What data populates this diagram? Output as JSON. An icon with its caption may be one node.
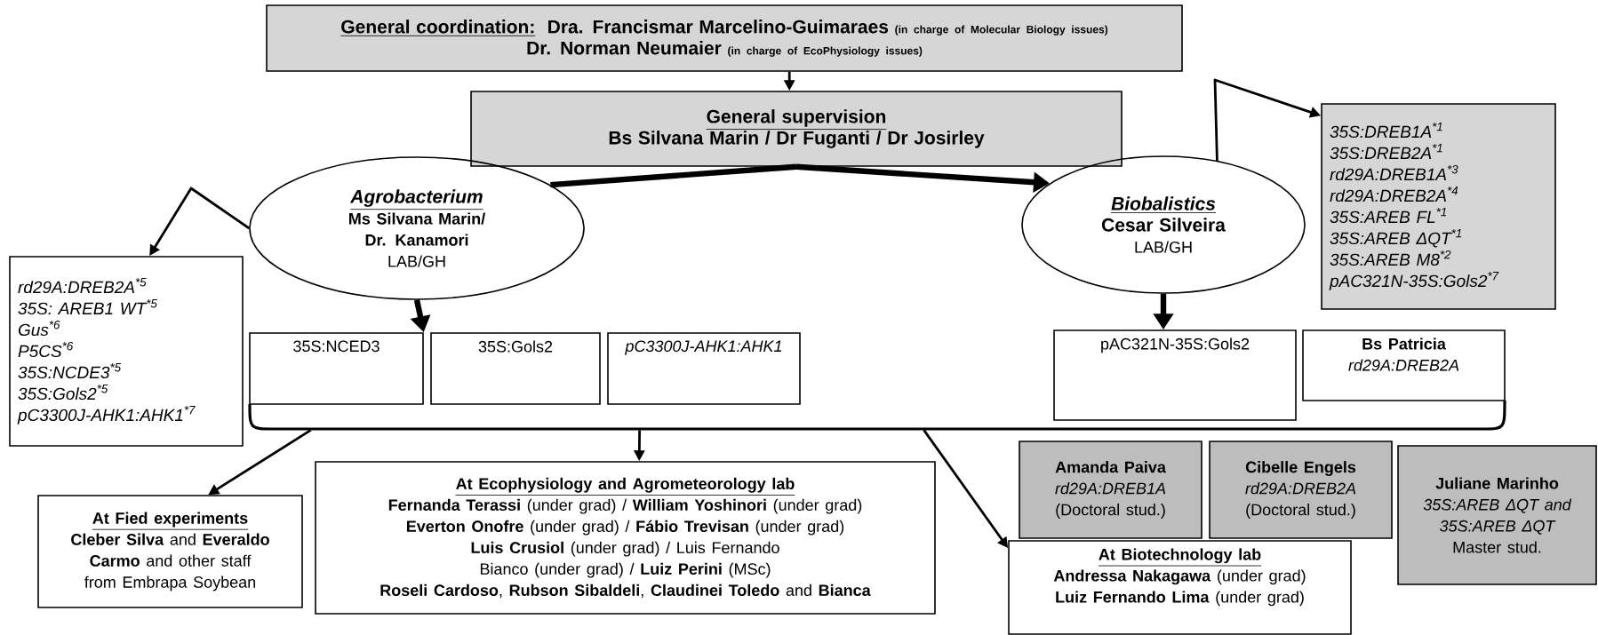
{
  "diagram": {
    "nodes": [
      {
        "text": [
          "General coordination:",
          "Dra. Francismar Marcelino-Guimaraes",
          "(in charge of Molecular Biology issues)",
          "Dr. Norman Neumaier",
          "(in charge of EcoPhysiology issues)"
        ]
      },
      {
        "text": [
          "General supervision",
          "Bs Silvana Marin / Dr Fuganti / Dr Josirley"
        ]
      },
      {
        "text": [
          "Agrobacterium",
          "Ms Silvana Marin/ Dr. Kanamori",
          "LAB/GH"
        ]
      },
      {
        "text": [
          "Biobalistics",
          "Cesar Silveira",
          "LAB/GH"
        ]
      },
      {
        "text": [
          "35S:DREB1A$^{*1}$",
          "35S:DREB2A$^{*1}$",
          "rd29A:DREB1A$^{*3}$",
          "rd29A:DREB2A$^{*4}$",
          "35S:AREB FL$^{*1}$",
          "35S:AREB ΔQT$^{*1}$",
          "35S:AREB M8$^{*2}$",
          "pAC321N-35S:Gols2$^{*7}$"
        ]
      },
      {
        "text": [
          "rd29A:DREB2A$^{*5}$",
          "35S: AREB1 WT$^{*5}$",
          "Gus$^{*6}$",
          "P5CS$^{*6}$",
          "35S:NCDE3$^{*5}$",
          "35S:Gols2$^{*5}$",
          "pC3300J-AHK1:AHK1$^{*7}$"
        ]
      },
      {
        "text": [
          "35S:NCED3"
        ]
      },
      {
        "text": [
          "35S:Gols2"
        ]
      },
      {
        "text": [
          "pC3300J-AHK1:AHK1"
        ]
      },
      {
        "text": [
          "pAC321N-35S:Gols2"
        ]
      },
      {
        "text": [
          "Bs Patricia",
          "rd29A:DREB2A"
        ]
      },
      {
        "text": [
          "At Fied experiments",
          "**Cleber Silva** and **Everaldo Carmo** and other staff from Embrapa Soybean"
        ]
      },
      {
        "text": [
          "At Ecophysiology and Agrometeorology lab",
          "**Fernanda Terassi** (under grad) / **William Yoshinori** (under grad)",
          "**Everton Onofre** (under grad) / **Fábio Trevisan** (under grad)",
          "**Luis Crusiol** (under grad) / Luis Fernando Bianco (under grad) / **Luiz Perini** (MSc)",
          "**Roseli Cardoso**, **Rubson Sibaldeli**, **Claudinei Toledo** and **Bianca**"
        ]
      },
      {
        "text": [
          "Amanda Paiva",
          "rd29A:DREB1A",
          "(Doctoral stud.)"
        ]
      },
      {
        "text": [
          "Cibelle Engels",
          "rd29A:DREB2A",
          "(Doctoral stud.)"
        ]
      },
      {
        "text": [
          "Juliane Marinho",
          "35S:AREB ΔQT and 35S:AREB ΔQT",
          "Master stud."
        ]
      },
      {
        "text": [
          "At Biotechnology lab",
          "**Andressa Nakagawa** (under grad)",
          "**Luiz Fernando Lima** (under grad)"
        ]
      },
      {
        "text": [],
        "shape": "bracket"
      }
    ],
    "edges": [
      {
        "from": 0,
        "to": 1,
        "arrow": "to"
      },
      {
        "from": 3,
        "to": 4,
        "arrow": "to"
      },
      {
        "from": 2,
        "to": 5,
        "arrow": "to"
      },
      {
        "from": 1,
        "to": 2,
        "arrow": "none",
        "style": "thick"
      },
      {
        "from": 1,
        "to": 3,
        "arrow": "to",
        "style": "thick"
      },
      {
        "from": 2,
        "to": 6,
        "arrow": "to",
        "style": "thick"
      },
      {
        "from": 3,
        "to": 9,
        "arrow": "to",
        "style": "thick"
      },
      {
        "from": 17,
        "to": 11,
        "arrow": "to"
      },
      {
        "from": 17,
        "to": 12,
        "arrow": "to"
      },
      {
        "from": 17,
        "to": 16,
        "arrow": "to"
      }
    ]
  }
}
